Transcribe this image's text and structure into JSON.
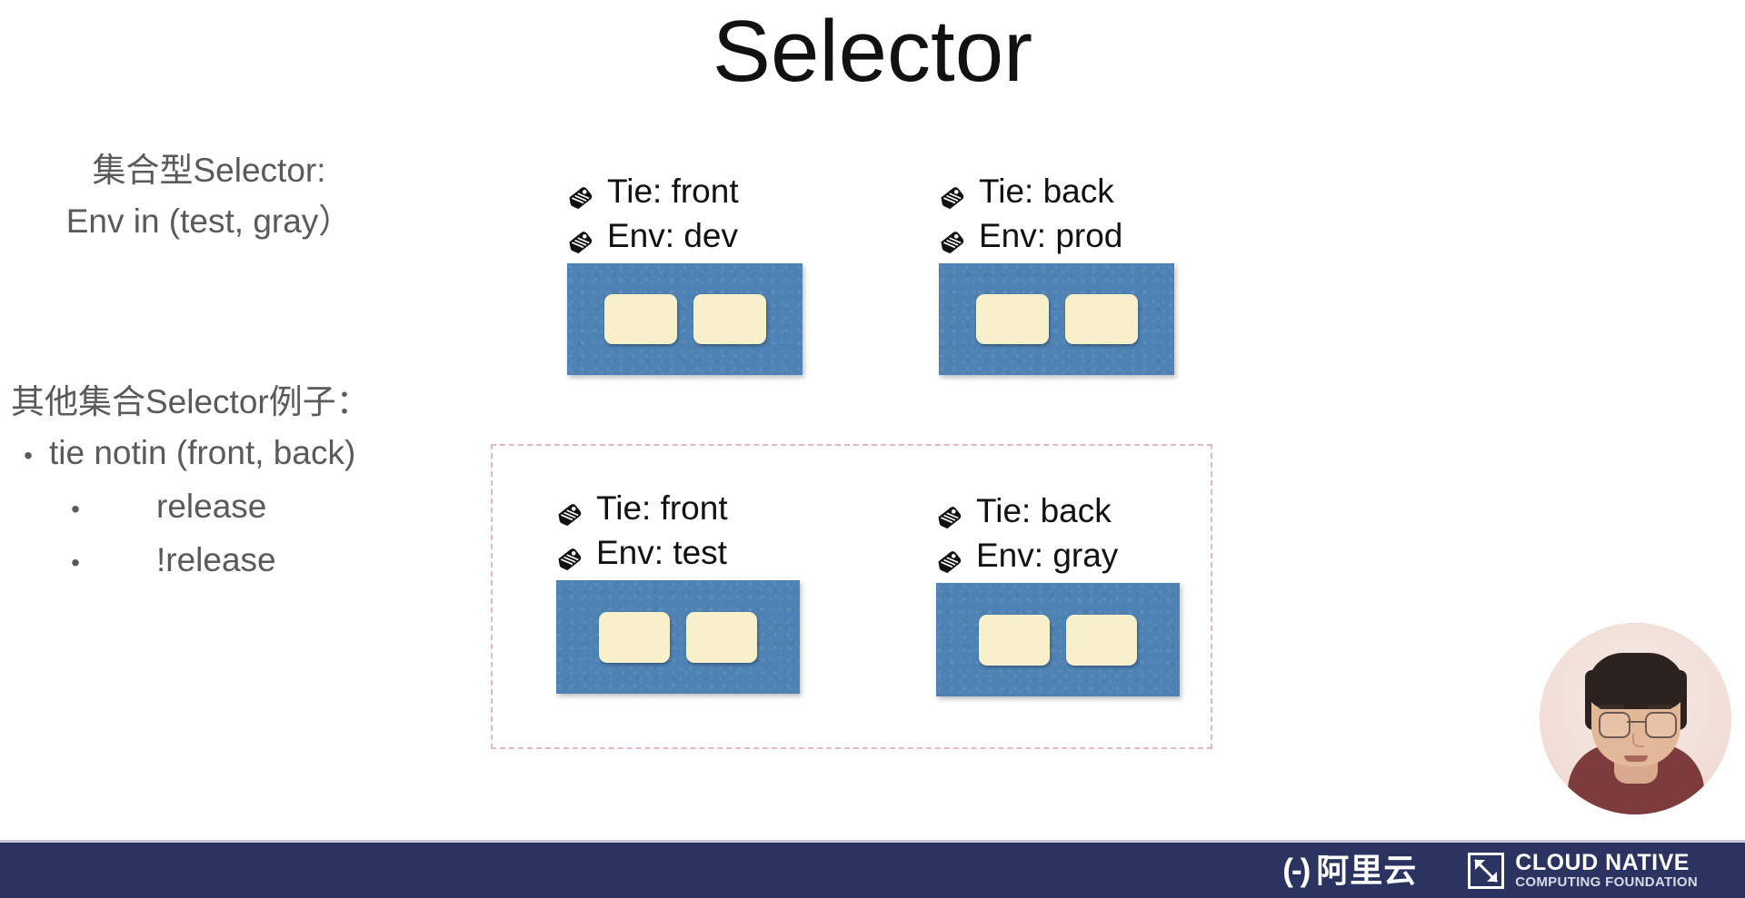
{
  "slide": {
    "title": "Selector",
    "background_color": "#ffffff"
  },
  "left_panel": {
    "set_selector": {
      "line_1": "集合型Selector:",
      "line_2": "Env in (test, gray）"
    },
    "other_examples": {
      "heading": "其他集合Selector例子：",
      "bullets": [
        {
          "marker": "•",
          "text": "tie notin (front, back)"
        },
        {
          "marker": "•",
          "text": "release"
        },
        {
          "marker": "•",
          "text": "!release"
        }
      ]
    }
  },
  "pods": [
    {
      "id": "front-dev",
      "labels": [
        {
          "icon": "tag-icon",
          "text": "Tie: front"
        },
        {
          "icon": "tag-icon",
          "text": "Env: dev"
        }
      ],
      "containers": 2,
      "selected": false
    },
    {
      "id": "back-prod",
      "labels": [
        {
          "icon": "tag-icon",
          "text": "Tie: back"
        },
        {
          "icon": "tag-icon",
          "text": "Env: prod"
        }
      ],
      "containers": 2,
      "selected": false
    },
    {
      "id": "front-test",
      "labels": [
        {
          "icon": "tag-icon",
          "text": "Tie: front"
        },
        {
          "icon": "tag-icon",
          "text": "Env: test"
        }
      ],
      "containers": 2,
      "selected": true
    },
    {
      "id": "back-gray",
      "labels": [
        {
          "icon": "tag-icon",
          "text": "Tie: back"
        },
        {
          "icon": "tag-icon",
          "text": "Env: gray"
        }
      ],
      "containers": 2,
      "selected": true
    }
  ],
  "selection_box": {
    "style": "dashed",
    "border_color": "#e6b8bb"
  },
  "colors": {
    "pod_blue": "#4e82b4",
    "container_cream": "#f7f0cb",
    "footer_navy": "#2b3360",
    "text_gray": "#5a5a5a",
    "text_black": "#111111"
  },
  "footer": {
    "aliyun": {
      "mark": "(-)",
      "text": "阿里云"
    },
    "cncf": {
      "line_1": "CLOUD NATIVE",
      "line_2": "COMPUTING FOUNDATION"
    }
  },
  "webcam": {
    "present": true,
    "shape": "circle"
  }
}
